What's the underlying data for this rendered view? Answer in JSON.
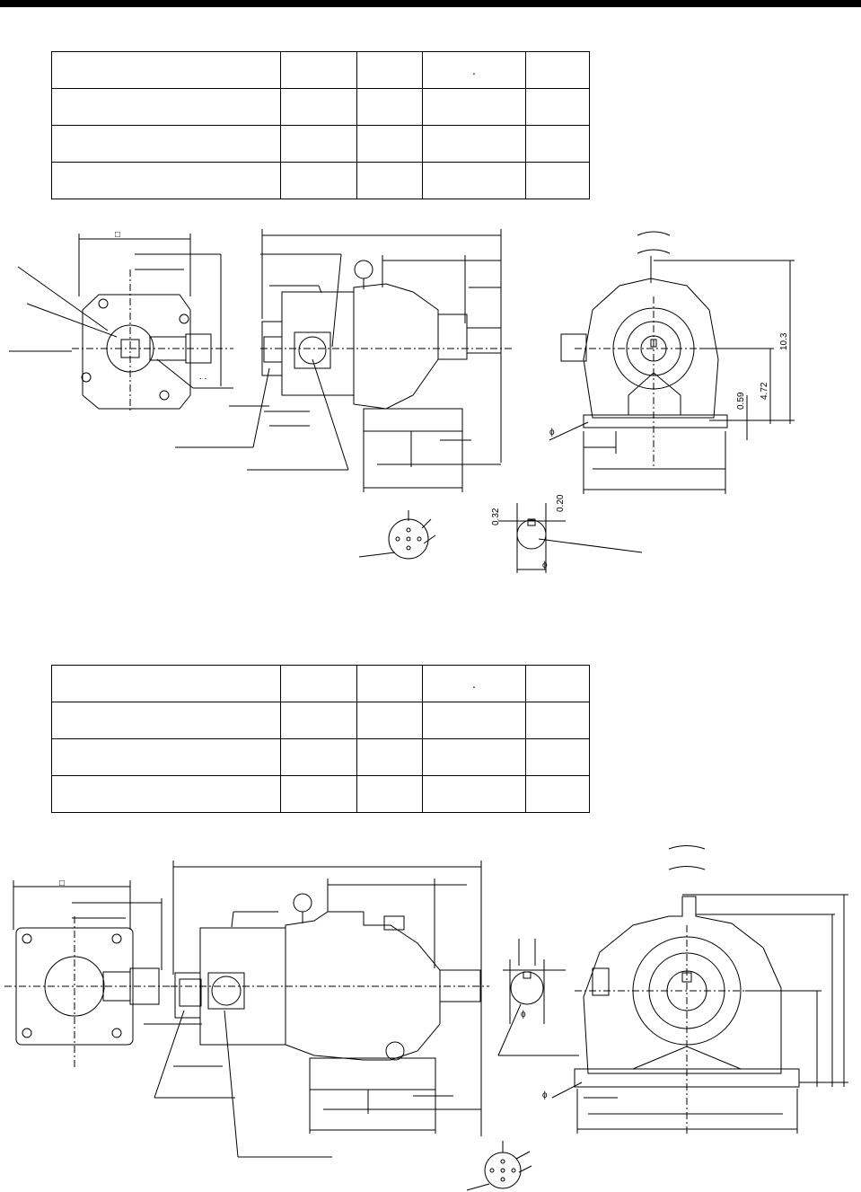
{
  "table_top": {
    "header_dot": "."
  },
  "table_bottom": {
    "header_dot": "."
  },
  "upper_drawing": {
    "labels": {
      "square_symbol": "□",
      "dim_10_3": "10.3",
      "dim_4_72": "4.72",
      "dim_0_59": "0.59",
      "dim_0_32": "0.32",
      "dim_0_20": "0.20",
      "phi_a": "ϕ",
      "phi_b": "ϕ",
      "dots": ". ."
    }
  },
  "lower_drawing": {
    "labels": {
      "square_symbol": "□",
      "phi_a": "ϕ",
      "phi_b": "ϕ"
    }
  }
}
